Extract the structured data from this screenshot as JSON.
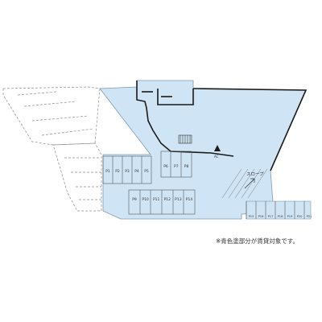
{
  "colors": {
    "leased_area": "#cfe5f6",
    "walls": "#1a1a1a",
    "outline": "#555555",
    "dashed": "#8a8a8a"
  },
  "parking_row_a": [
    "P1",
    "P2",
    "P3",
    "P4",
    "P5"
  ],
  "parking_row_b": [
    "P6",
    "P7",
    "P8"
  ],
  "parking_row_c": [
    "P9",
    "P10",
    "P11",
    "P12",
    "P13",
    "P14"
  ],
  "parking_row_d": [
    "P15",
    "P16",
    "P17",
    "P18",
    "P19",
    "P20",
    "P21"
  ],
  "slope_label": "スロープ",
  "exit_label": "AC",
  "note": "※青色塗部分が賃貸対象です。"
}
